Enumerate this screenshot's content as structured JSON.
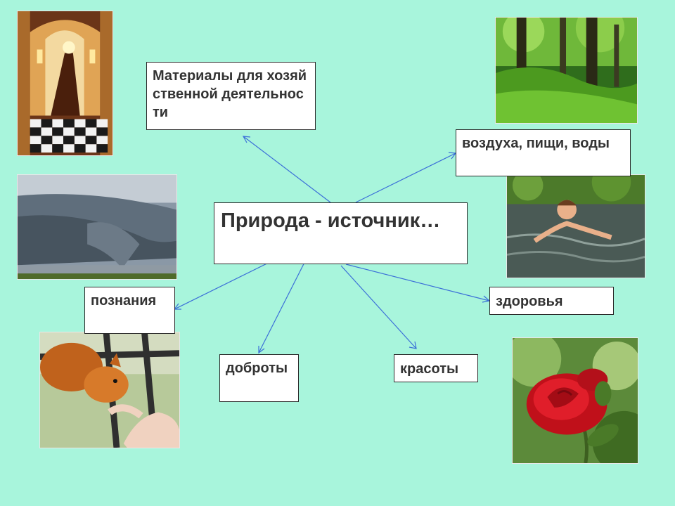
{
  "center": {
    "text": "Природа - источник…"
  },
  "nodes": [
    {
      "id": "materials",
      "text": "Материалы для хозяйственной деятельности"
    },
    {
      "id": "air",
      "text": "воздуха, пищи, воды"
    },
    {
      "id": "knowledge",
      "text": "познания"
    },
    {
      "id": "health",
      "text": "здоровья"
    },
    {
      "id": "kindness",
      "text": "доброты"
    },
    {
      "id": "beauty",
      "text": "красоты"
    }
  ],
  "photos": [
    {
      "id": "interior",
      "subject": "interior-staircase"
    },
    {
      "id": "forest",
      "subject": "green-forest"
    },
    {
      "id": "storm",
      "subject": "storm-cloud"
    },
    {
      "id": "swimmer",
      "subject": "child-swimming"
    },
    {
      "id": "squirrel",
      "subject": "squirrel-eating-from-hand"
    },
    {
      "id": "rose",
      "subject": "red-rose"
    }
  ],
  "colors": {
    "background": "#a8f5dc",
    "arrow": "#3b6fd8",
    "box_border": "#2a2a2a",
    "text": "#333333"
  }
}
